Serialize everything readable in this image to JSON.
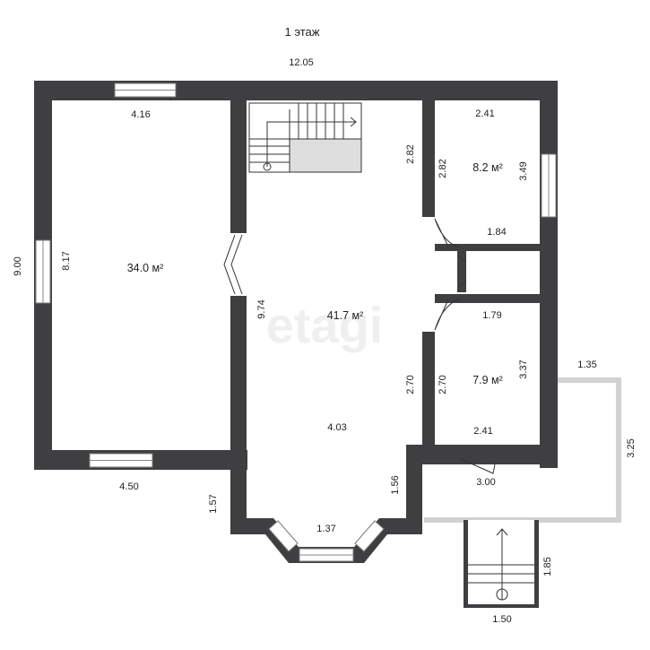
{
  "title": "1 этаж",
  "watermark": "etagi",
  "colors": {
    "wall": "#3f3f42",
    "terrace": "#d2d2d2",
    "stair_fill": "#dedede"
  },
  "rooms": {
    "living": {
      "area": "34.0 м²",
      "width_top": "4.16",
      "height_left": "8.17"
    },
    "hall": {
      "area": "41.7 м²",
      "height": "9.74",
      "width_bottom": "4.03"
    },
    "room_top_right": {
      "area": "8.2 м²",
      "width_top": "2.41",
      "width_bottom": "1.84",
      "left_h": "2.82",
      "right_h": "3.49"
    },
    "room_bottom_right": {
      "area": "7.9 м²",
      "width_top": "1.79",
      "width_bottom": "2.41",
      "left_h": "2.70",
      "right_h": "3.37"
    }
  },
  "dimensions": {
    "overall_width": "12.05",
    "overall_height": "9.00",
    "living_bottom": "4.50",
    "hall_right_upper": "2.82",
    "hall_right_lower": "2.70",
    "vestibule_left": "1.57",
    "vestibule_right": "1.56",
    "bay": "1.37",
    "entrance": "3.00",
    "terrace_width": "1.35",
    "terrace_height": "3.25",
    "steps_width": "1.50",
    "steps_length": "1.85"
  },
  "icons": [
    "stair-arrow-icon",
    "door-swing-icon",
    "window-icon"
  ]
}
